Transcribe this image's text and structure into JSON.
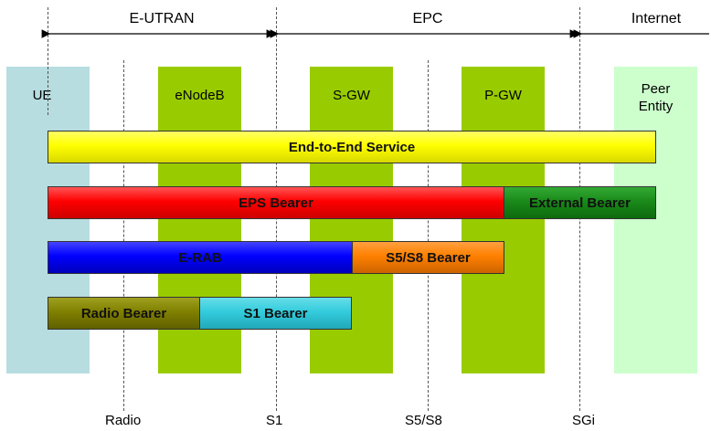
{
  "domains": [
    {
      "name": "E-UTRAN"
    },
    {
      "name": "EPC"
    },
    {
      "name": "Internet"
    }
  ],
  "nodes": {
    "ue": "UE",
    "enodeb": "eNodeB",
    "sgw": "S-GW",
    "pgw": "P-GW",
    "peer_line1": "Peer",
    "peer_line2": "Entity"
  },
  "interfaces": {
    "radio": "Radio",
    "s1": "S1",
    "s5s8": "S5/S8",
    "sgi": "SGi"
  },
  "bearers": {
    "end_to_end": "End-to-End Service",
    "eps": "EPS Bearer",
    "external": "External Bearer",
    "erab": "E-RAB",
    "s5s8": "S5/S8 Bearer",
    "radio": "Radio Bearer",
    "s1": "S1 Bearer"
  },
  "colors": {
    "ue_column": "#b7dde0",
    "node_column": "#99cc00",
    "peer_column": "#ccffcc",
    "end_to_end": "#ffff00",
    "eps": "#ff0000",
    "external": "#1a8a1a",
    "erab": "#0000ff",
    "s5s8": "#ff8000",
    "radio": "#808000",
    "s1": "#33ccdd"
  }
}
